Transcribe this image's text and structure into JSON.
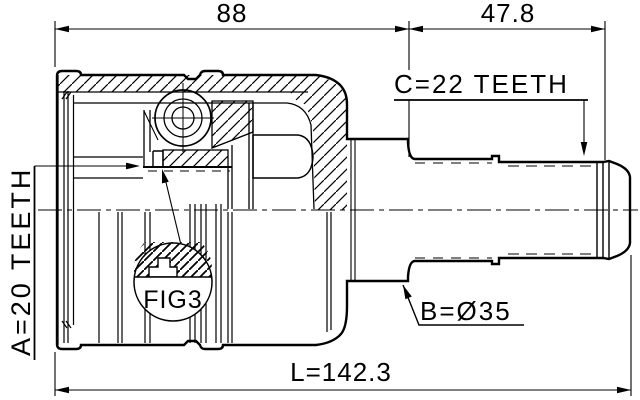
{
  "figure": {
    "kind": "cv-joint-cross-section-technical-drawing",
    "dimensions": {
      "cup_width": "88",
      "shaft_width": "47.8",
      "overall_length": "L=142.3"
    },
    "labels": {
      "inner_spline": "A=20 TEETH",
      "outer_spline": "C=22 TEETH",
      "shaft_diameter": "B=Ø35",
      "figure_reference": "FIG3"
    },
    "colors": {
      "ink": "#000000",
      "paper": "#ffffff"
    }
  }
}
